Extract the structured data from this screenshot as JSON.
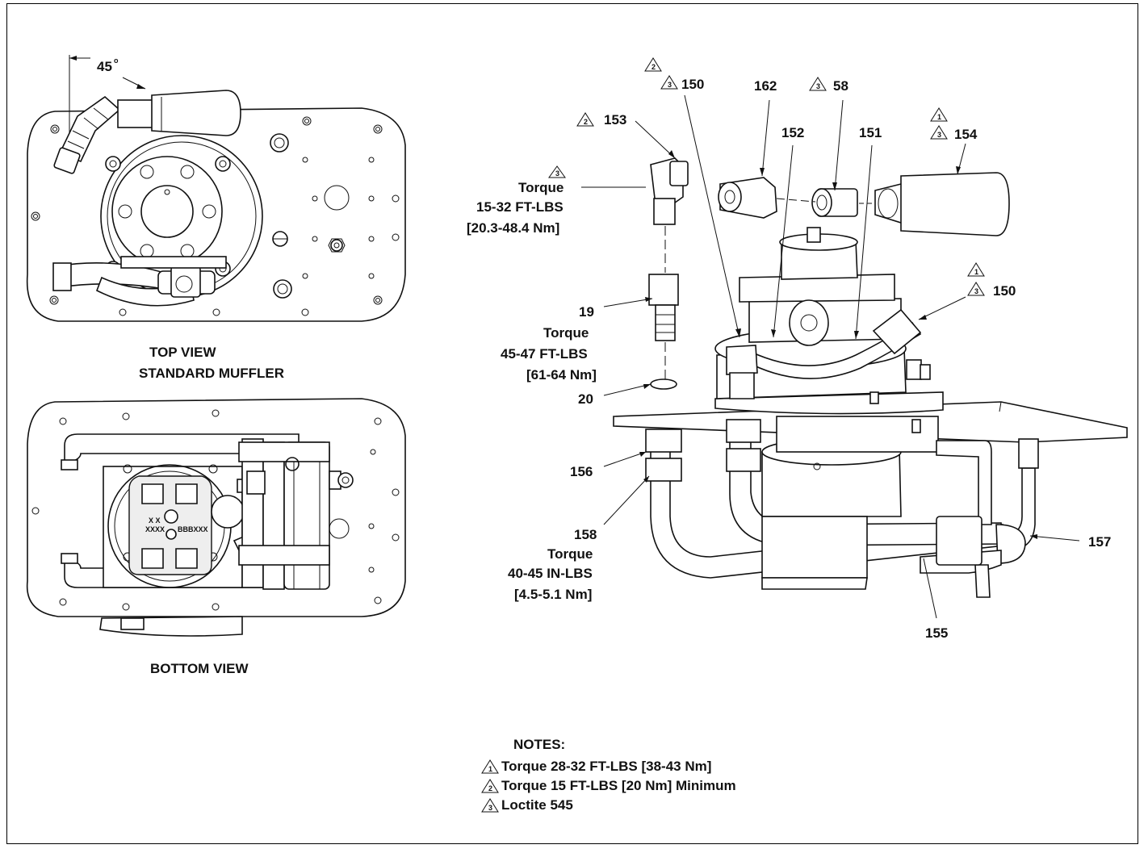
{
  "views": {
    "top_title_1": "TOP VIEW",
    "top_title_2": "STANDARD MUFFLER",
    "bottom_title": "BOTTOM VIEW",
    "angle": "45",
    "angle_unit": "o"
  },
  "callouts": {
    "c150a": "150",
    "c162": "162",
    "c58": "58",
    "c153": "153",
    "c152": "152",
    "c151": "151",
    "c154": "154",
    "c150b": "150",
    "c19": "19",
    "c20": "20",
    "c156": "156",
    "c158": "158",
    "c157": "157",
    "c155": "155"
  },
  "notes_markers": {
    "n1": "1",
    "n2": "2",
    "n3": "3"
  },
  "torque": {
    "t153_1": "Torque",
    "t153_2": "15-32 FT-LBS",
    "t153_3": "[20.3-48.4 Nm]",
    "t19_1": "Torque",
    "t19_2": "45-47 FT-LBS",
    "t19_3": "[61-64 Nm]",
    "t158_1": "Torque",
    "t158_2": "40-45 IN-LBS",
    "t158_3": "[4.5-5.1 Nm]"
  },
  "bottom_marks": {
    "m1": "X X",
    "m2": "XXXX",
    "m3": "BBBXXX"
  },
  "notes": {
    "heading": "NOTES:",
    "items": [
      "Torque 28-32 FT-LBS [38-43 Nm]",
      "Torque 15 FT-LBS [20 Nm] Minimum",
      "Loctite 545"
    ]
  }
}
